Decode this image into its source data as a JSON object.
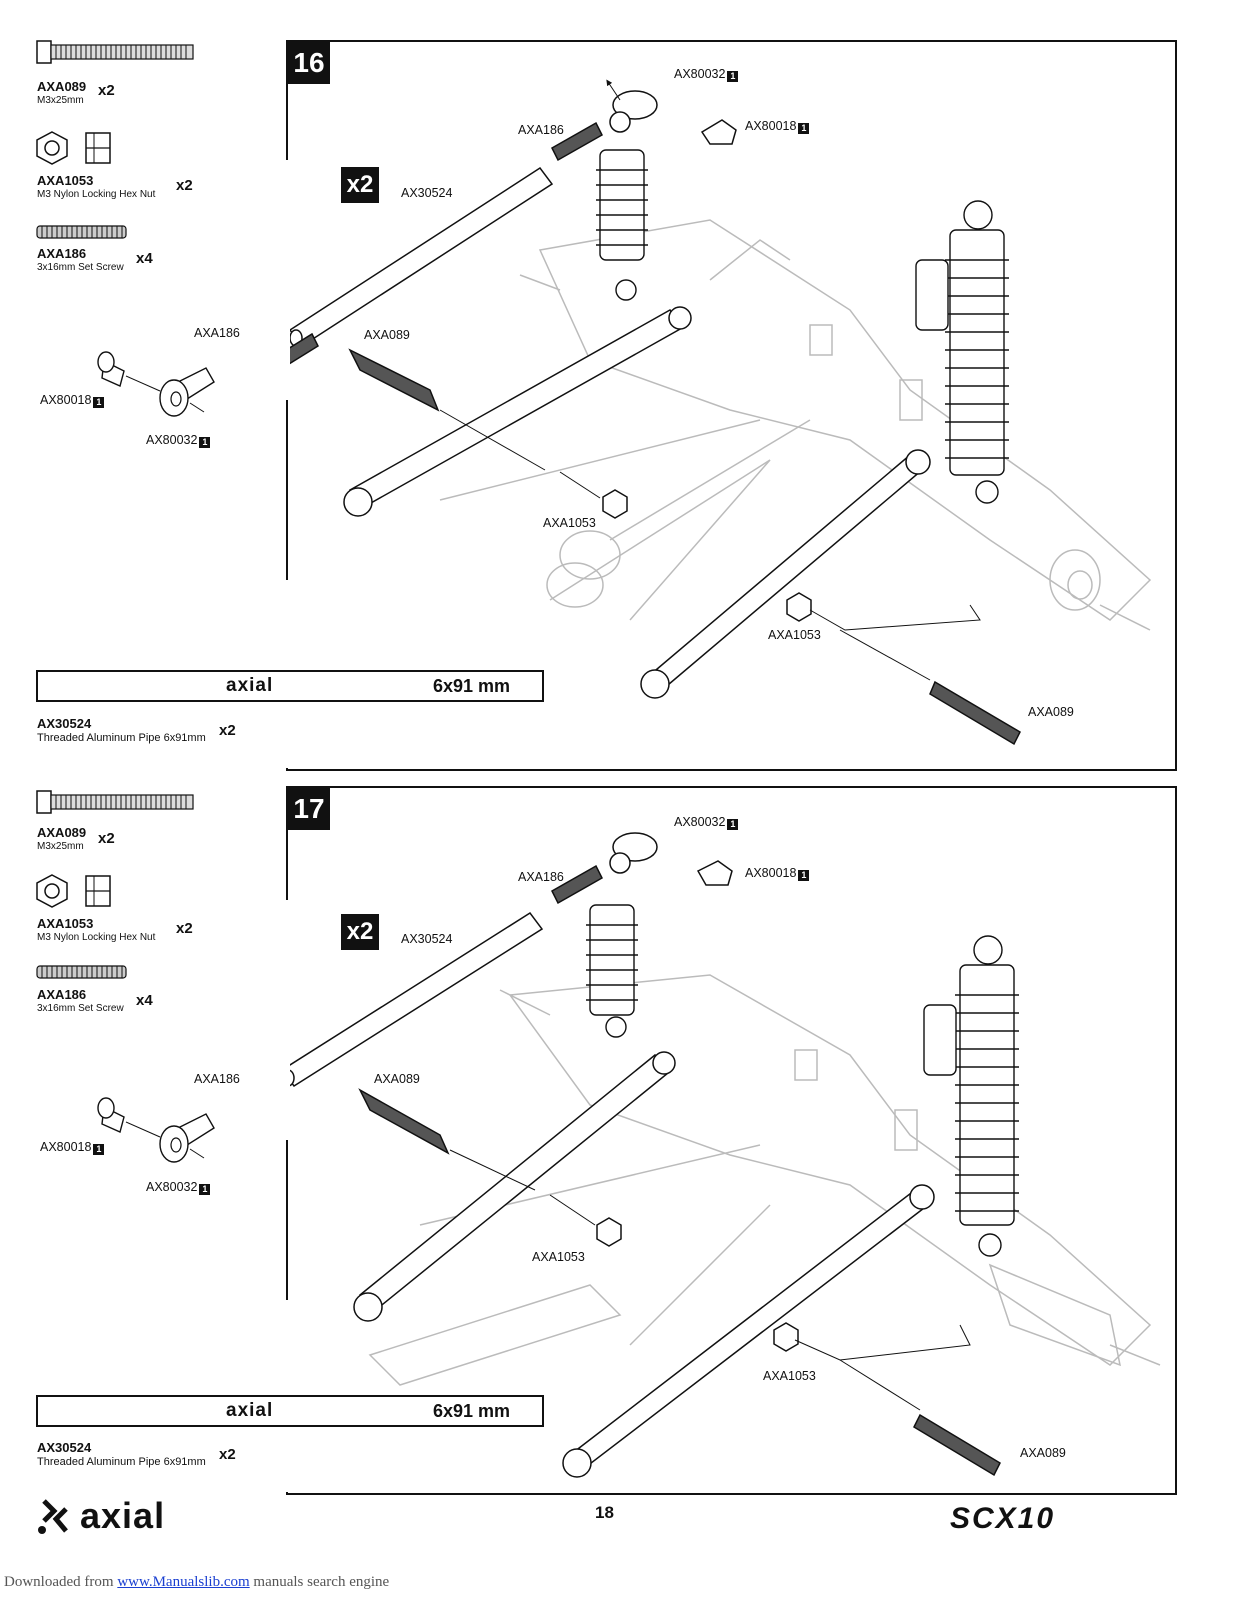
{
  "steps": [
    {
      "number": "16",
      "parts": [
        {
          "part_no": "AXA089",
          "desc": "M3x25mm",
          "qty": "x2"
        },
        {
          "part_no": "AXA1053",
          "desc": "M3 Nylon Locking Hex Nut",
          "qty": "x2"
        },
        {
          "part_no": "AXA186",
          "desc": "3x16mm Set Screw",
          "qty": "x4"
        }
      ],
      "pipe": {
        "part_no": "AX30524",
        "desc": "Threaded Aluminum Pipe 6x91mm",
        "qty": "x2",
        "scale_text": "6x91 mm"
      },
      "multiplier": "x2",
      "callouts": {
        "ax80032_top": "AX80032",
        "ax80018_top": "AX80018",
        "axa186_top": "AXA186",
        "ax30524": "AX30524",
        "axa186_left": "AXA186",
        "axa089_center": "AXA089",
        "ax80018_left": "AX80018",
        "ax80032_left": "AX80032",
        "axa1053_center": "AXA1053",
        "axa1053_right": "AXA1053",
        "axa089_right": "AXA089",
        "box_marker": "1"
      }
    },
    {
      "number": "17",
      "parts": [
        {
          "part_no": "AXA089",
          "desc": "M3x25mm",
          "qty": "x2"
        },
        {
          "part_no": "AXA1053",
          "desc": "M3 Nylon Locking Hex Nut",
          "qty": "x2"
        },
        {
          "part_no": "AXA186",
          "desc": "3x16mm Set Screw",
          "qty": "x4"
        }
      ],
      "pipe": {
        "part_no": "AX30524",
        "desc": "Threaded Aluminum Pipe 6x91mm",
        "qty": "x2",
        "scale_text": "6x91 mm"
      },
      "multiplier": "x2",
      "callouts": {
        "ax80032_top": "AX80032",
        "ax80018_top": "AX80018",
        "axa186_top": "AXA186",
        "ax30524": "AX30524",
        "axa186_left": "AXA186",
        "axa089_center": "AXA089",
        "ax80018_left": "AX80018",
        "ax80032_left": "AX80032",
        "axa1053_center": "AXA1053",
        "axa1053_right": "AXA1053",
        "axa089_right": "AXA089",
        "box_marker": "1"
      }
    }
  ],
  "brand": {
    "logo_text": "axial",
    "scale_logo_text": "axial",
    "product_logo": "SCX10"
  },
  "page_number": "18",
  "footer": {
    "prefix": "Downloaded from ",
    "link": "www.Manualslib.com",
    "suffix": " manuals search engine"
  }
}
